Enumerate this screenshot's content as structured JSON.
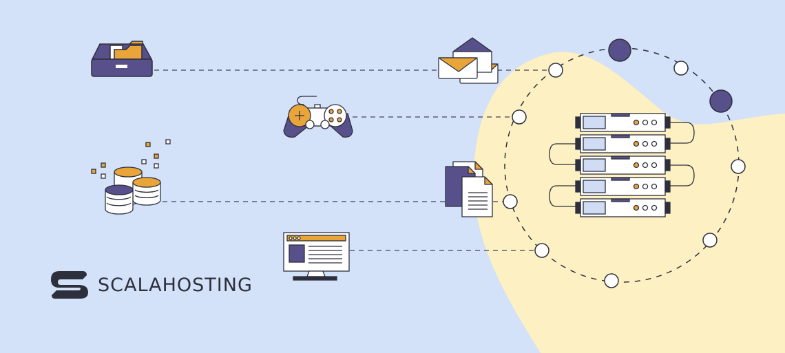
{
  "brand": {
    "name": "SCALAHOSTING",
    "logo_icon": "scalahosting-s-logo"
  },
  "colors": {
    "background": "#d3e2f8",
    "blob": "#fdf0c2",
    "purple": "#58508a",
    "orange": "#e9a53a",
    "outline": "#2d2f3c",
    "white": "#ffffff",
    "screen_blue": "#cfdcf3"
  },
  "illustration": {
    "left_icons": [
      "file-drawer-icon",
      "coins-stack-icon"
    ],
    "middle_icons": [
      "envelopes-icon",
      "gamepad-icon",
      "documents-icon",
      "monitor-webpage-icon"
    ],
    "server_rack": {
      "icon": "server-rack-icon",
      "units": 5
    },
    "orbit_nodes": {
      "filled": 2,
      "hollow": 8
    }
  }
}
